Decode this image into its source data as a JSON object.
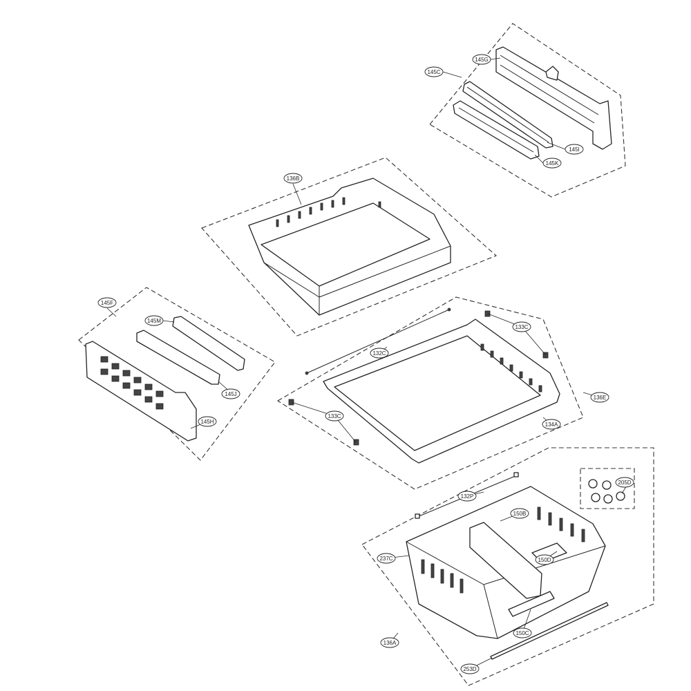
{
  "diagram": {
    "type": "exploded-parts-diagram",
    "callouts": [
      {
        "id": "145C",
        "text": "145C"
      },
      {
        "id": "145G",
        "text": "145G"
      },
      {
        "id": "145I",
        "text": "145I"
      },
      {
        "id": "145K",
        "text": "145K"
      },
      {
        "id": "136B",
        "text": "136B"
      },
      {
        "id": "145F",
        "text": "145F"
      },
      {
        "id": "145M",
        "text": "145M"
      },
      {
        "id": "145J",
        "text": "145J"
      },
      {
        "id": "145H",
        "text": "145H"
      },
      {
        "id": "133C_top",
        "text": "133C"
      },
      {
        "id": "132C",
        "text": "132C"
      },
      {
        "id": "136E",
        "text": "136E"
      },
      {
        "id": "133C_bottom",
        "text": "133C"
      },
      {
        "id": "134A",
        "text": "134A"
      },
      {
        "id": "132P",
        "text": "132P"
      },
      {
        "id": "205D",
        "text": "205D"
      },
      {
        "id": "150B",
        "text": "150B"
      },
      {
        "id": "237C",
        "text": "237C"
      },
      {
        "id": "150D",
        "text": "150D"
      },
      {
        "id": "150C",
        "text": "150C"
      },
      {
        "id": "136A",
        "text": "136A"
      },
      {
        "id": "253D",
        "text": "253D"
      }
    ]
  }
}
